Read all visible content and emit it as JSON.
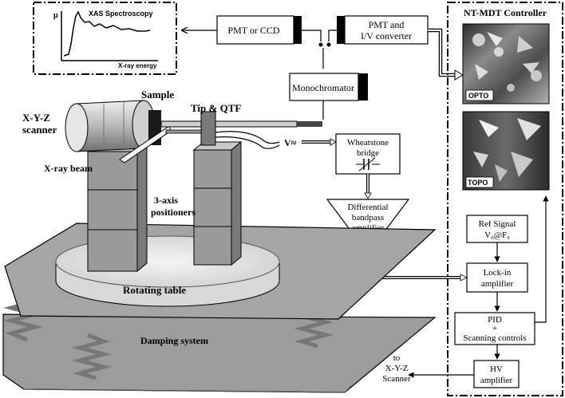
{
  "xas_panel": {
    "title": "XAS Spectroscopy",
    "y_axis_label": "μ",
    "x_axis_label": "X-ray energy"
  },
  "controller": {
    "title": "NT-MDT Controller",
    "image_top_label": "OPTO",
    "image_bottom_label": "TOPO"
  },
  "boxes": {
    "pmt_ccd": "PMT or CCD",
    "pmt_iv_line1": "PMT and",
    "pmt_iv_line2": "I/V converter",
    "monochromator": "Monochromator",
    "wheatstone_line1": "Wheatstone",
    "wheatstone_line2": "bridge",
    "diff_amp_line1": "Differential",
    "diff_amp_line2": "bandpass",
    "diff_amp_line3": "amplifier",
    "ref_signal_line1": "Ref Signal",
    "ref_signal_line2": "V₀@F₀",
    "lockin_line1": "Lock-in",
    "lockin_line2": "amplifier",
    "pid_line1": "PID",
    "pid_line2": "+",
    "pid_line3": "Scanning controls",
    "hv_line1": "HV",
    "hv_line2": "amplifier"
  },
  "labels": {
    "sample": "Sample",
    "tip_qtf": "Tip & QTF",
    "xyz_scanner_line1": "X-Y-Z",
    "xyz_scanner_line2": "scanner",
    "xray_beam": "X-ray beam",
    "positioners_line1": "3-axis",
    "positioners_line2": "positioners",
    "rotating_table": "Rotating table",
    "damping_system": "Damping system",
    "voltage": "V≈",
    "to_scanner_line1": "to",
    "to_scanner_line2": "X-Y-Z",
    "to_scanner_line3": "Scanner"
  }
}
